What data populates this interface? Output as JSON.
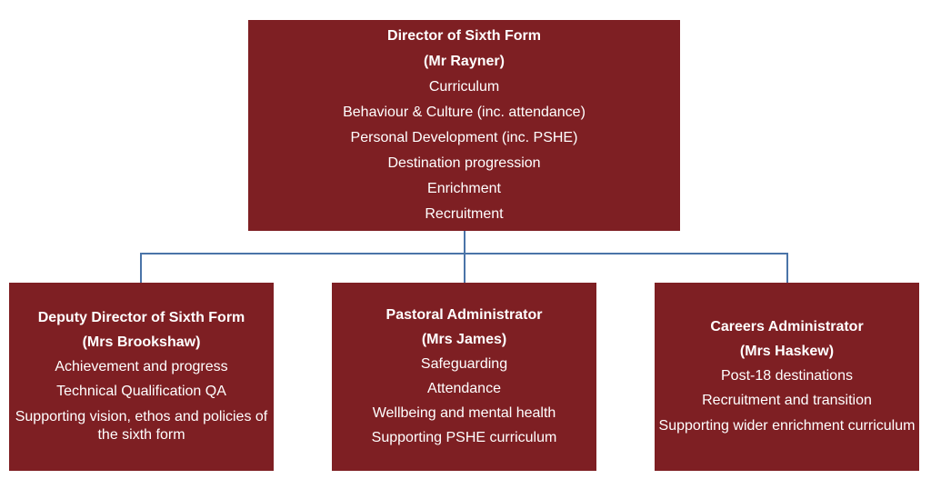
{
  "colors": {
    "box_fill": "#7e1f23",
    "connector": "#4a74a8",
    "text": "#ffffff"
  },
  "director": {
    "title": "Director of Sixth Form",
    "name": "(Mr Rayner)",
    "duties": [
      "Curriculum",
      "Behaviour & Culture (inc. attendance)",
      "Personal Development (inc. PSHE)",
      "Destination progression",
      "Enrichment",
      "Recruitment"
    ]
  },
  "deputy": {
    "title": "Deputy Director of Sixth Form",
    "name": "(Mrs Brookshaw)",
    "duties": [
      "Achievement and progress",
      "Technical Qualification QA",
      "Supporting vision, ethos and policies of the sixth form"
    ]
  },
  "pastoral": {
    "title": "Pastoral Administrator",
    "name": "(Mrs James)",
    "duties": [
      "Safeguarding",
      "Attendance",
      "Wellbeing and mental health",
      "Supporting PSHE curriculum"
    ]
  },
  "careers": {
    "title": "Careers Administrator",
    "name": "(Mrs Haskew)",
    "duties": [
      "Post-18 destinations",
      "Recruitment and transition",
      "Supporting wider enrichment curriculum"
    ]
  }
}
